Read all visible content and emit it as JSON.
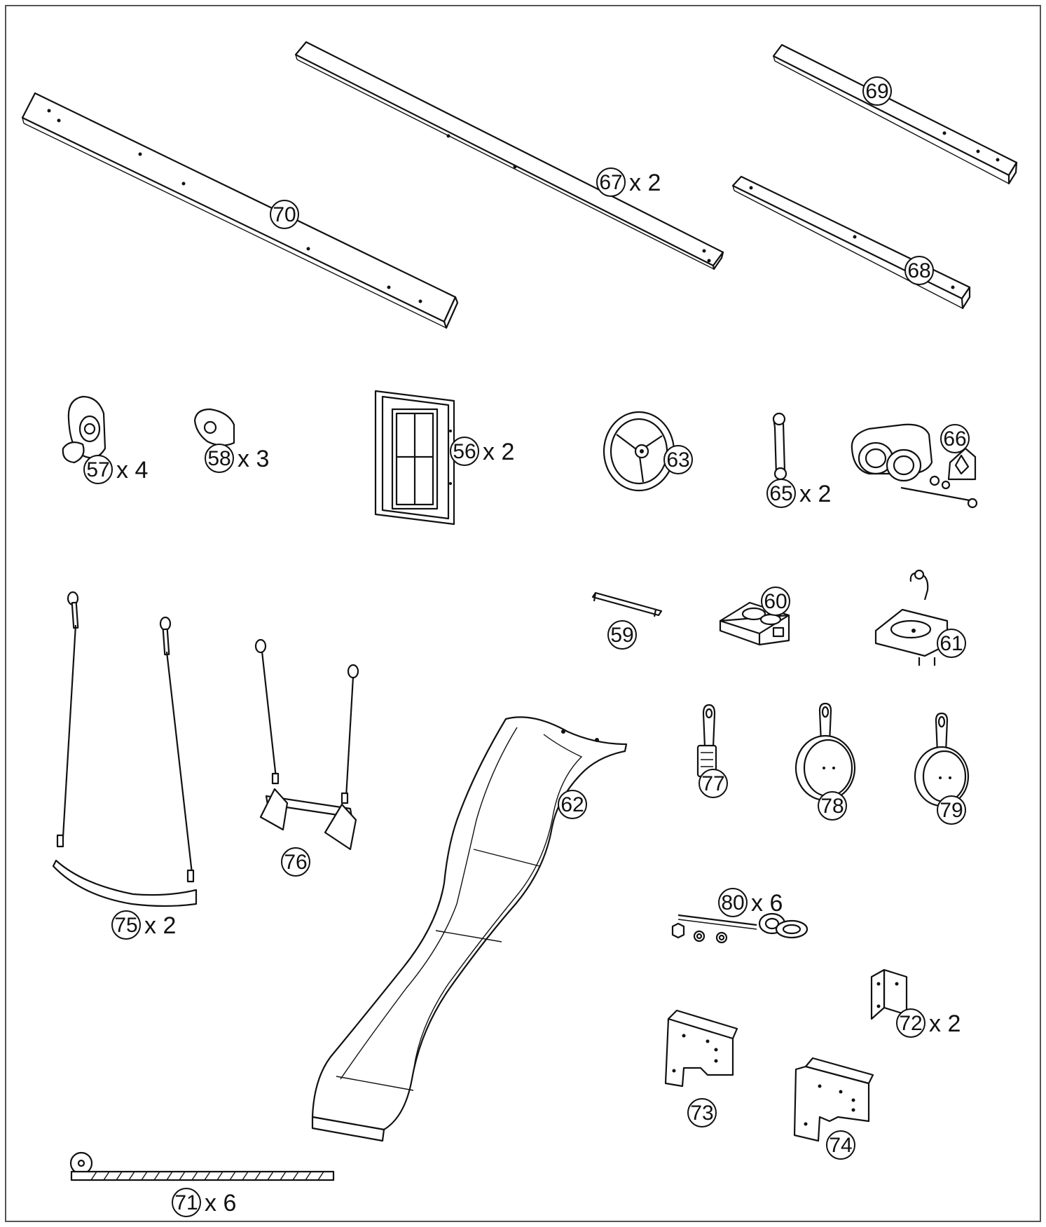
{
  "parts": [
    {
      "id": "p70",
      "number": "70",
      "qty": ""
    },
    {
      "id": "p67",
      "number": "67",
      "qty": "x 2"
    },
    {
      "id": "p69",
      "number": "69",
      "qty": ""
    },
    {
      "id": "p68",
      "number": "68",
      "qty": ""
    },
    {
      "id": "p57",
      "number": "57",
      "qty": "x 4"
    },
    {
      "id": "p58",
      "number": "58",
      "qty": "x 3"
    },
    {
      "id": "p56",
      "number": "56",
      "qty": "x 2"
    },
    {
      "id": "p63",
      "number": "63",
      "qty": ""
    },
    {
      "id": "p65",
      "number": "65",
      "qty": "x 2"
    },
    {
      "id": "p66",
      "number": "66",
      "qty": ""
    },
    {
      "id": "p59",
      "number": "59",
      "qty": ""
    },
    {
      "id": "p60",
      "number": "60",
      "qty": ""
    },
    {
      "id": "p61",
      "number": "61",
      "qty": ""
    },
    {
      "id": "p75",
      "number": "75",
      "qty": "x 2"
    },
    {
      "id": "p76",
      "number": "76",
      "qty": ""
    },
    {
      "id": "p62",
      "number": "62",
      "qty": ""
    },
    {
      "id": "p77",
      "number": "77",
      "qty": ""
    },
    {
      "id": "p78",
      "number": "78",
      "qty": ""
    },
    {
      "id": "p79",
      "number": "79",
      "qty": ""
    },
    {
      "id": "p80",
      "number": "80",
      "qty": "x 6"
    },
    {
      "id": "p72",
      "number": "72",
      "qty": "x 2"
    },
    {
      "id": "p73",
      "number": "73",
      "qty": ""
    },
    {
      "id": "p74",
      "number": "74",
      "qty": ""
    },
    {
      "id": "p71",
      "number": "71",
      "qty": "x 6"
    }
  ]
}
